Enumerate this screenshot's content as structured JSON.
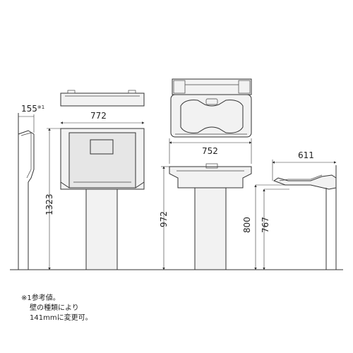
{
  "dimensions": {
    "side_depth": "155",
    "side_depth_mark": "※1",
    "closed_width": "772",
    "closed_height": "1323",
    "open_width": "752",
    "open_height": "972",
    "open_depth": "611",
    "open_surface_height": "800",
    "open_inner_height": "767"
  },
  "notes": {
    "line1": "※1参考値。",
    "line2": "壁の種類により",
    "line3": "141mmに変更可。"
  }
}
